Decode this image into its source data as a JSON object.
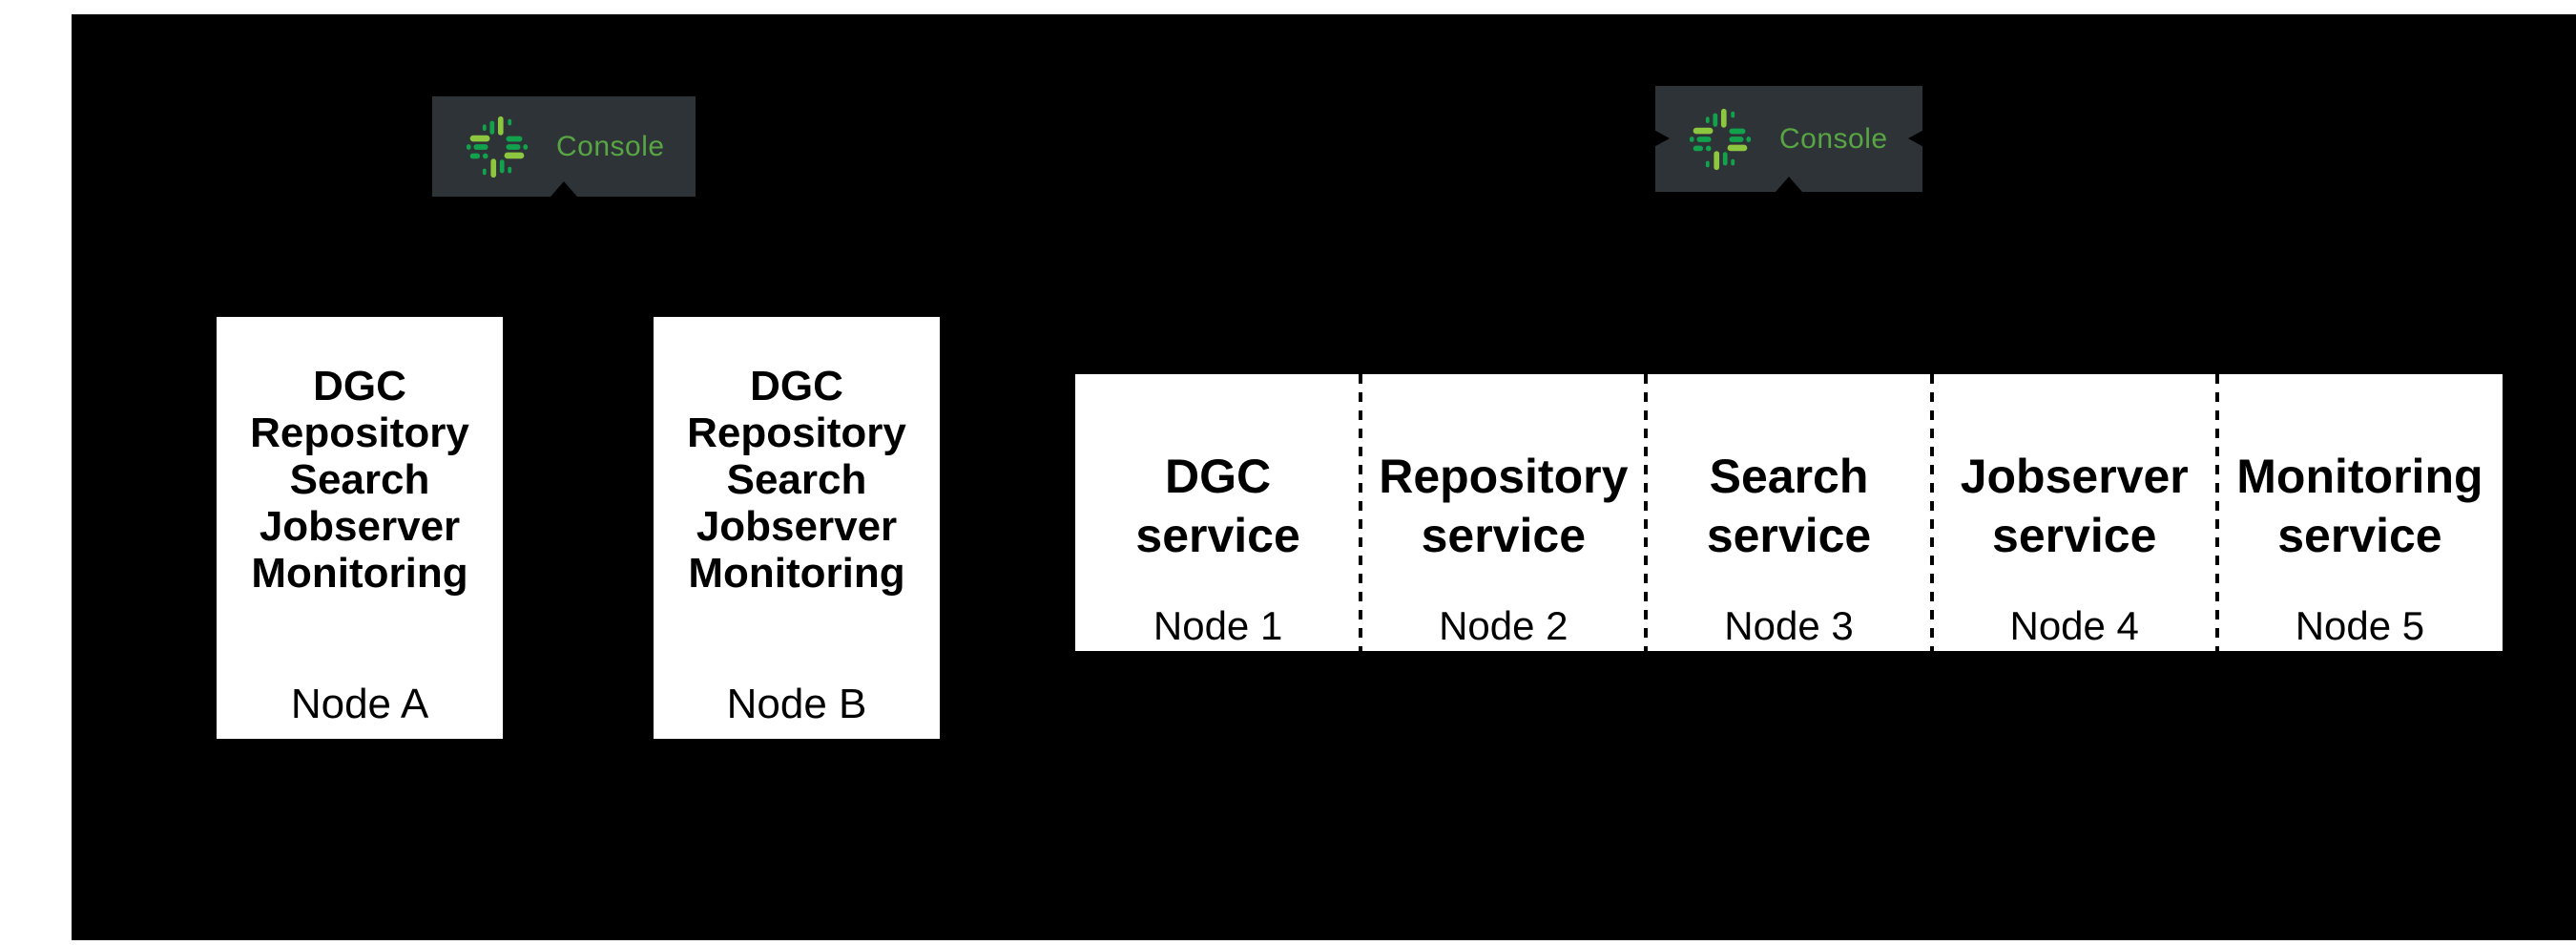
{
  "diagram": {
    "title_hint": "Console managing node clusters",
    "left_cluster": {
      "console_label": "Console",
      "services": [
        "DGC",
        "Repository",
        "Search",
        "Jobserver",
        "Monitoring"
      ],
      "nodes": [
        {
          "label": "Node A"
        },
        {
          "label": "Node B"
        }
      ]
    },
    "right_cluster": {
      "console_label": "Console",
      "cells": [
        {
          "service_lines": [
            "DGC",
            "service"
          ],
          "node": "Node 1"
        },
        {
          "service_lines": [
            "Repository",
            "service"
          ],
          "node": "Node 2"
        },
        {
          "service_lines": [
            "Search",
            "service"
          ],
          "node": "Node 3"
        },
        {
          "service_lines": [
            "Jobserver",
            "service"
          ],
          "node": "Node 4"
        },
        {
          "service_lines": [
            "Monitoring",
            "service"
          ],
          "node": "Node 5"
        }
      ]
    },
    "colors": {
      "page_background": "#ffffff",
      "canvas_background": "#000000",
      "badge_background": "#2e3338",
      "console_text_green": "#58a543",
      "logo_green_light": "#8dc63f",
      "logo_green_dark": "#12a24c",
      "box_background": "#ffffff",
      "box_text": "#000000"
    }
  }
}
